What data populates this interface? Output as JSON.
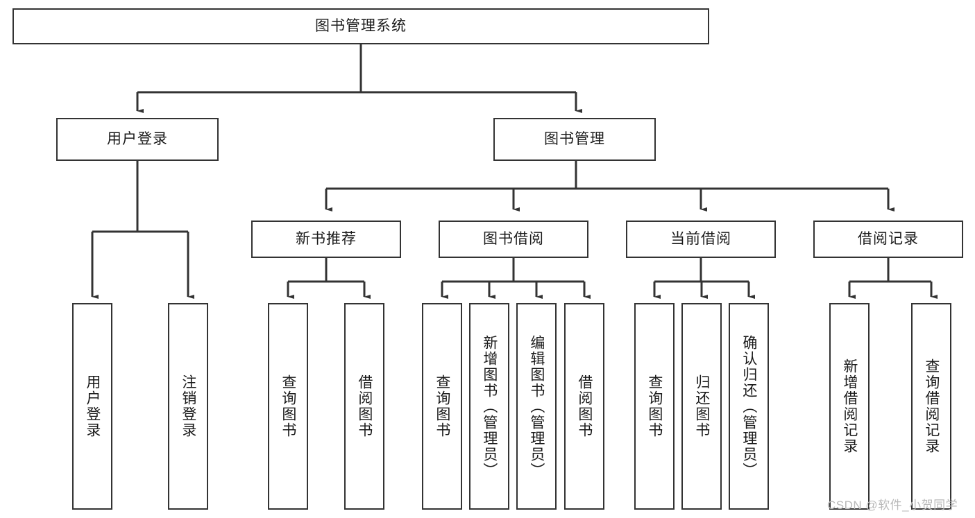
{
  "diagram": {
    "title": "图书管理系统",
    "watermark": "CSDN @软件_小贺同学",
    "colors": {
      "stroke": "#333333",
      "fill": "#ffffff",
      "text": "#1a1a1a",
      "watermark": "#b9b9b9"
    },
    "root": {
      "label": "图书管理系统"
    },
    "level2": [
      {
        "label": "用户登录"
      },
      {
        "label": "图书管理"
      }
    ],
    "level3": [
      {
        "label": "新书推荐"
      },
      {
        "label": "图书借阅"
      },
      {
        "label": "当前借阅"
      },
      {
        "label": "借阅记录"
      }
    ],
    "leaves": {
      "user_login": [
        {
          "label": "用户登录"
        },
        {
          "label": "注销登录"
        }
      ],
      "new_book_recommend": [
        {
          "label": "查询图书"
        },
        {
          "label": "借阅图书"
        }
      ],
      "book_borrow": [
        {
          "label": "查询图书"
        },
        {
          "label": "新增图书（管理员）"
        },
        {
          "label": "编辑图书（管理员）"
        },
        {
          "label": "借阅图书"
        }
      ],
      "current_borrow": [
        {
          "label": "查询图书"
        },
        {
          "label": "归还图书"
        },
        {
          "label": "确认归还（管理员）"
        }
      ],
      "borrow_record": [
        {
          "label": "新增借阅记录"
        },
        {
          "label": "查询借阅记录"
        }
      ]
    }
  },
  "chart_data": {
    "type": "table",
    "title": "图书管理系统功能结构图",
    "nodes": [
      {
        "id": "root",
        "label": "图书管理系统",
        "level": 0,
        "parent": null
      },
      {
        "id": "user-login",
        "label": "用户登录",
        "level": 1,
        "parent": "root"
      },
      {
        "id": "book-manage",
        "label": "图书管理",
        "level": 1,
        "parent": "root"
      },
      {
        "id": "new-book",
        "label": "新书推荐",
        "level": 2,
        "parent": "book-manage"
      },
      {
        "id": "book-borrow",
        "label": "图书借阅",
        "level": 2,
        "parent": "book-manage"
      },
      {
        "id": "current-borrow",
        "label": "当前借阅",
        "level": 2,
        "parent": "book-manage"
      },
      {
        "id": "borrow-record",
        "label": "借阅记录",
        "level": 2,
        "parent": "book-manage"
      },
      {
        "id": "leaf-1",
        "label": "用户登录",
        "level": 2,
        "parent": "user-login"
      },
      {
        "id": "leaf-2",
        "label": "注销登录",
        "level": 2,
        "parent": "user-login"
      },
      {
        "id": "leaf-3",
        "label": "查询图书",
        "level": 3,
        "parent": "new-book"
      },
      {
        "id": "leaf-4",
        "label": "借阅图书",
        "level": 3,
        "parent": "new-book"
      },
      {
        "id": "leaf-5",
        "label": "查询图书",
        "level": 3,
        "parent": "book-borrow"
      },
      {
        "id": "leaf-6",
        "label": "新增图书（管理员）",
        "level": 3,
        "parent": "book-borrow"
      },
      {
        "id": "leaf-7",
        "label": "编辑图书（管理员）",
        "level": 3,
        "parent": "book-borrow"
      },
      {
        "id": "leaf-8",
        "label": "借阅图书",
        "level": 3,
        "parent": "book-borrow"
      },
      {
        "id": "leaf-9",
        "label": "查询图书",
        "level": 3,
        "parent": "current-borrow"
      },
      {
        "id": "leaf-10",
        "label": "归还图书",
        "level": 3,
        "parent": "current-borrow"
      },
      {
        "id": "leaf-11",
        "label": "确认归还（管理员）",
        "level": 3,
        "parent": "current-borrow"
      },
      {
        "id": "leaf-12",
        "label": "新增借阅记录",
        "level": 3,
        "parent": "borrow-record"
      },
      {
        "id": "leaf-13",
        "label": "查询借阅记录",
        "level": 3,
        "parent": "borrow-record"
      }
    ]
  }
}
